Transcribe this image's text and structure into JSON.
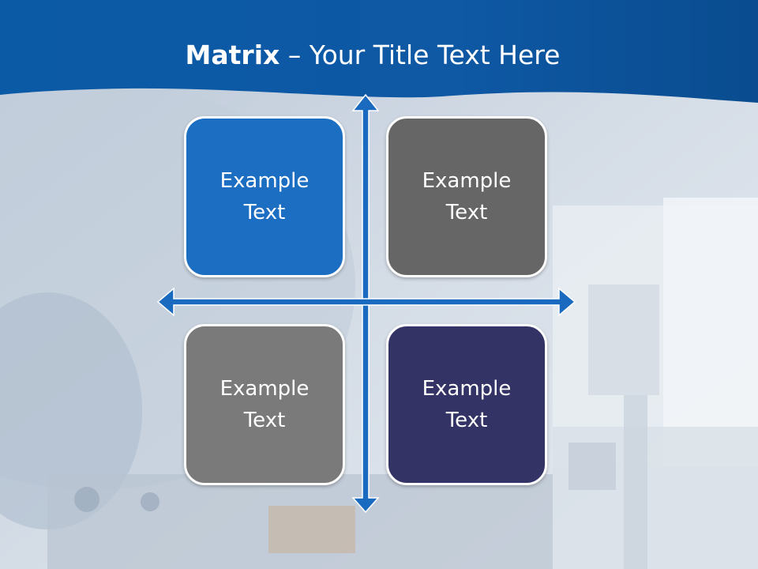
{
  "slide": {
    "title_bold": "Matrix",
    "title_rest": " – Your Title Text Here"
  },
  "boxes": {
    "top_left": "Example Text",
    "top_right": "Example Text",
    "bottom_left": "Example Text",
    "bottom_right": "Example Text"
  },
  "colors": {
    "header_blue": "#0f5aa8",
    "axis_blue": "#1a6bc0",
    "box_top_left": "#1b6ec2",
    "box_top_right": "#666666",
    "box_bottom_left": "#7a7a7a",
    "box_bottom_right": "#333366"
  }
}
